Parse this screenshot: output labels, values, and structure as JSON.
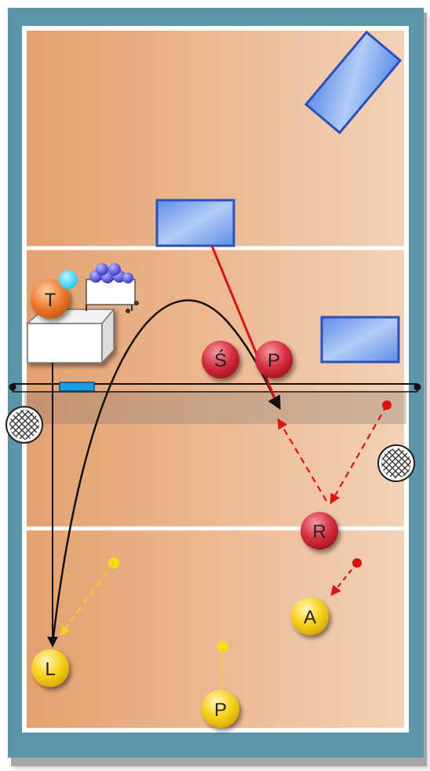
{
  "players": {
    "coach": "T",
    "red_1": "Ś",
    "red_2": "P",
    "red_3": "R",
    "yellow_1": "L",
    "yellow_2": "A",
    "yellow_3": "P"
  },
  "colors": {
    "outer_border": "#5b95a9",
    "court_light": "#f2ccaa",
    "court_dark": "#e6a373",
    "lines": "#ffffff",
    "target_fill": "#7ea6ee",
    "red_player": "#d42b3a",
    "yellow_player": "#f5cf12",
    "coach": "#ea7a2c",
    "red_arrow": "#e01010",
    "yellow_arrow": "#f0d020",
    "black_arrow": "#111111"
  },
  "icons": [
    "ball-cart-icon",
    "ball-icon",
    "net-antenna-icon",
    "net-marker-icon",
    "coach-box-icon"
  ]
}
